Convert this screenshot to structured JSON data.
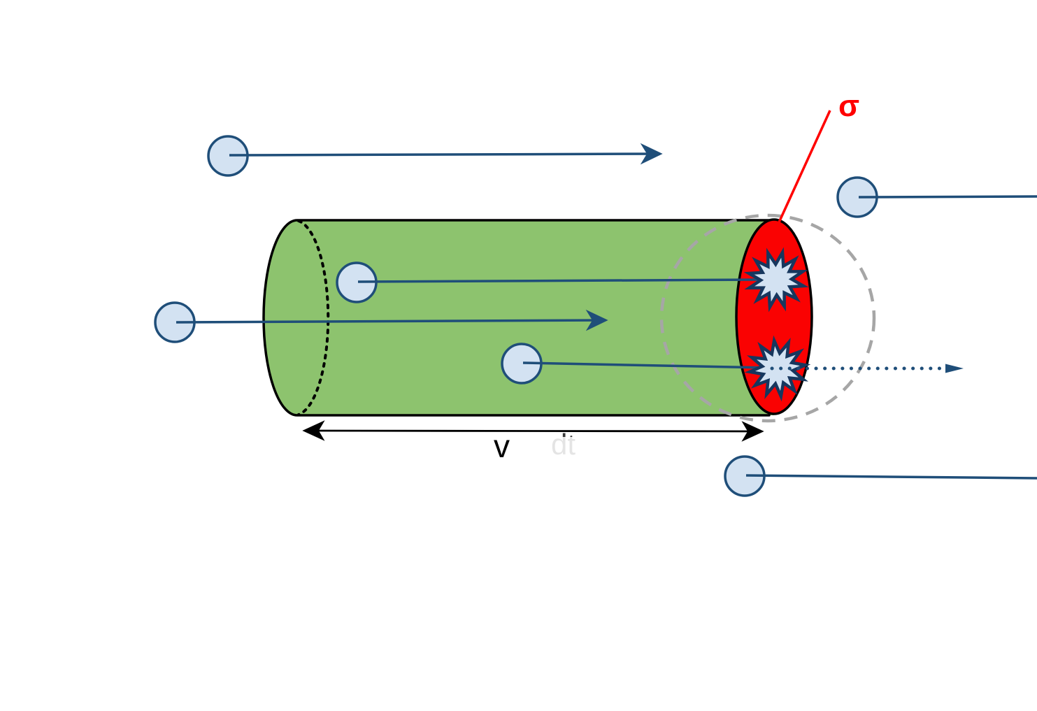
{
  "labels": {
    "sigma": "σ",
    "cylinder_length": "v",
    "erased_remnant": "dt"
  },
  "colors": {
    "background": "#FFFFFF",
    "cylinder_green": "#8DC36E",
    "cap_red": "#FA0202",
    "sigma_red": "#FF0000",
    "outline_black": "#000000",
    "trajectory_navy": "#1F4E79",
    "particle_fill": "#D3E2F2",
    "particle_stroke": "#1F4E79",
    "burst_fill": "#D3E2F2",
    "burst_stroke": "#17375E",
    "dashed_circle_gray": "#A6A6A6",
    "dotted_arrow_navy": "#1F4E79",
    "length_arrow_black": "#000000",
    "label_black": "#000000"
  }
}
